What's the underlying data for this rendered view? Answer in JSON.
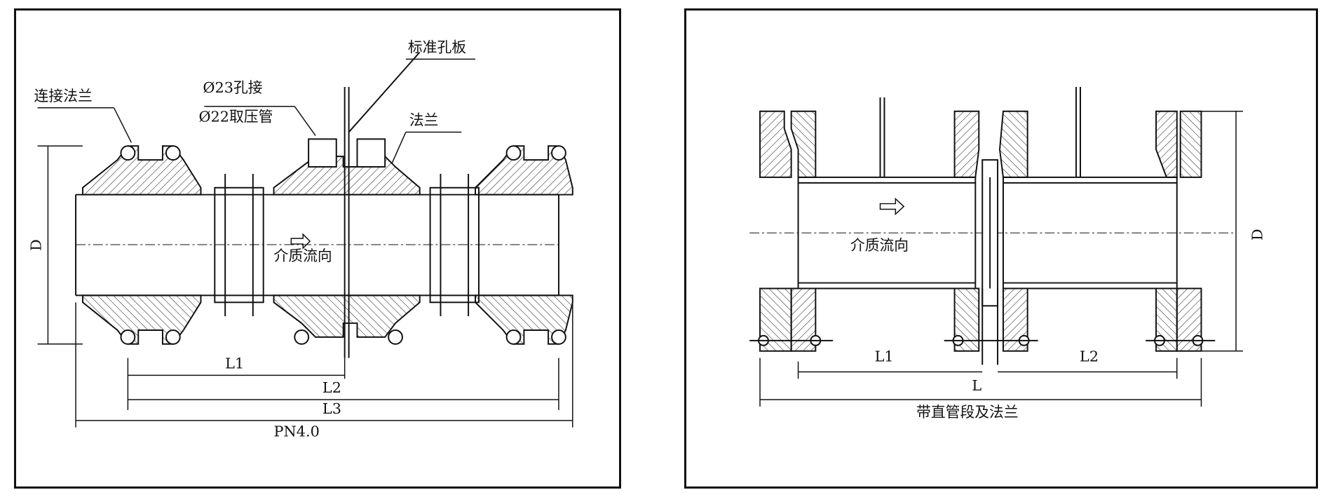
{
  "left": {
    "label_connect_flange": "连接法兰",
    "label_hole": "Ø23孔接",
    "label_tap": "Ø22取压管",
    "label_orifice": "标准孔板",
    "label_flange": "法兰",
    "label_flow": "介质流向",
    "dim_d": "D",
    "dim_l1": "L1",
    "dim_l2": "L2",
    "dim_l3": "L3",
    "caption": "PN4.0"
  },
  "right": {
    "label_flow": "介质流向",
    "dim_d": "D",
    "dim_l1": "L1",
    "dim_l2": "L2",
    "dim_l": "L",
    "caption": "带直管段及法兰"
  }
}
